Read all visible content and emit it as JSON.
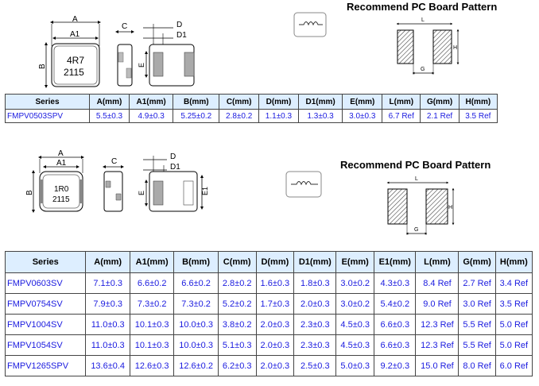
{
  "section1": {
    "heading": "Recommend PC Board Pattern",
    "part_marking": [
      "4R7",
      "2115"
    ],
    "dim_labels": {
      "A": "A",
      "A1": "A1",
      "B": "B",
      "C": "C",
      "D": "D",
      "D1": "D1",
      "E": "E"
    },
    "pattern_labels": {
      "L": "L",
      "G": "G",
      "H": "H"
    },
    "table": {
      "headers": [
        "Series",
        "A(mm)",
        "A1(mm)",
        "B(mm)",
        "C(mm)",
        "D(mm)",
        "D1(mm)",
        "E(mm)",
        "L(mm)",
        "G(mm)",
        "H(mm)"
      ],
      "rows": [
        [
          "FMPV0503SPV",
          "5.5±0.3",
          "4.9±0.3",
          "5.25±0.2",
          "2.8±0.2",
          "1.1±0.3",
          "1.3±0.3",
          "3.0±0.3",
          "6.7 Ref",
          "2.1 Ref",
          "3.5 Ref"
        ]
      ]
    }
  },
  "section2": {
    "heading": "Recommend PC Board Pattern",
    "part_marking": [
      "1R0",
      "2115"
    ],
    "dim_labels": {
      "A": "A",
      "A1": "A1",
      "B": "B",
      "C": "C",
      "D": "D",
      "D1": "D1",
      "E": "E",
      "E1": "E1"
    },
    "pattern_labels": {
      "L": "L",
      "G": "G",
      "H": "H"
    },
    "table": {
      "headers": [
        "Series",
        "A(mm)",
        "A1(mm)",
        "B(mm)",
        "C(mm)",
        "D(mm)",
        "D1(mm)",
        "E(mm)",
        "E1(mm)",
        "L(mm)",
        "G(mm)",
        "H(mm)"
      ],
      "rows": [
        [
          "FMPV0603SV",
          "7.1±0.3",
          "6.6±0.2",
          "6.6±0.2",
          "2.8±0.2",
          "1.6±0.3",
          "1.8±0.3",
          "3.0±0.2",
          "4.3±0.3",
          "8.4 Ref",
          "2.7 Ref",
          "3.4 Ref"
        ],
        [
          "FMPV0754SV",
          "7.9±0.3",
          "7.3±0.2",
          "7.3±0.2",
          "5.2±0.2",
          "1.7±0.3",
          "2.0±0.3",
          "3.0±0.2",
          "5.4±0.2",
          "9.0 Ref",
          "3.0 Ref",
          "3.5 Ref"
        ],
        [
          "FMPV1004SV",
          "11.0±0.3",
          "10.1±0.3",
          "10.0±0.3",
          "3.8±0.2",
          "2.0±0.3",
          "2.3±0.3",
          "4.5±0.3",
          "6.6±0.3",
          "12.3 Ref",
          "5.5 Ref",
          "5.0 Ref"
        ],
        [
          "FMPV1054SV",
          "11.0±0.3",
          "10.1±0.3",
          "10.0±0.3",
          "5.1±0.3",
          "2.0±0.3",
          "2.3±0.3",
          "4.5±0.3",
          "6.6±0.3",
          "12.3 Ref",
          "5.5 Ref",
          "5.0 Ref"
        ],
        [
          "FMPV1265SPV",
          "13.6±0.4",
          "12.6±0.3",
          "12.6±0.2",
          "6.2±0.3",
          "2.0±0.3",
          "2.5±0.3",
          "5.0±0.3",
          "9.2±0.3",
          "15.0 Ref",
          "8.0 Ref",
          "6.0 Ref"
        ]
      ]
    }
  }
}
